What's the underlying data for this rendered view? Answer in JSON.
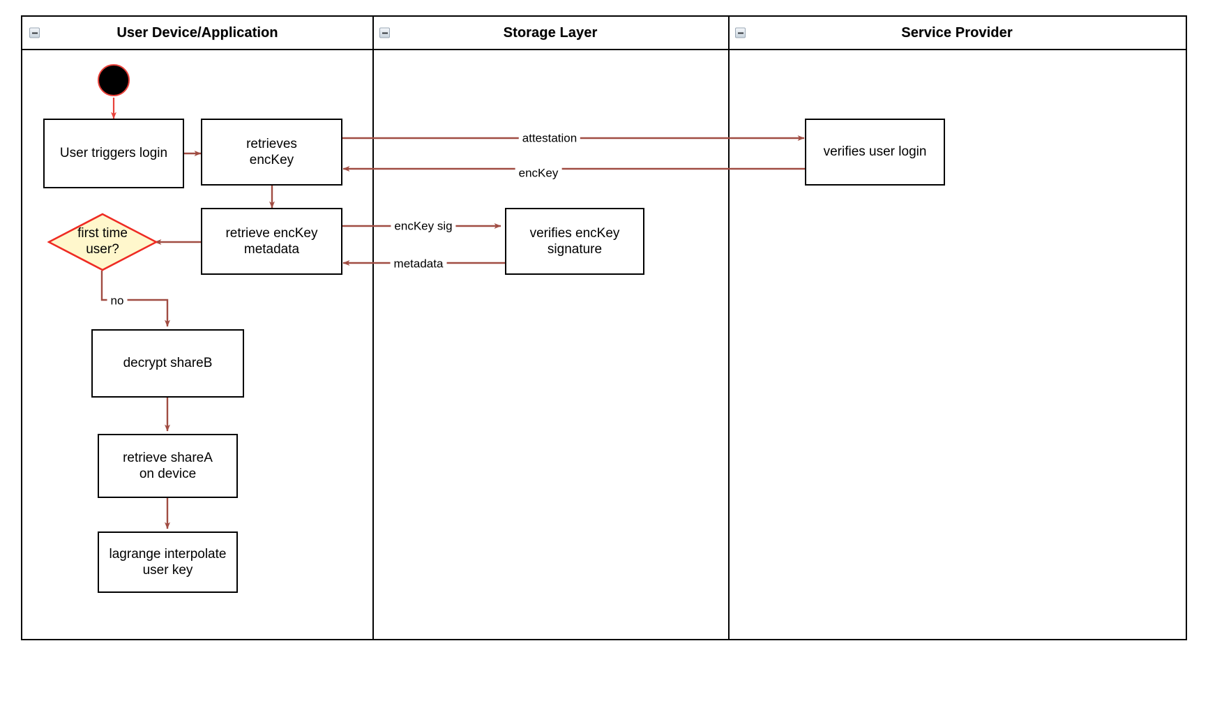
{
  "diagram": {
    "type": "swimlane-activity-diagram",
    "lanes": [
      {
        "title": "User Device/Application",
        "collapse_icon": "collapse-minus-icon"
      },
      {
        "title": "Storage Layer",
        "collapse_icon": "collapse-minus-icon"
      },
      {
        "title": "Service Provider",
        "collapse_icon": "collapse-minus-icon"
      }
    ],
    "nodes": [
      {
        "id": "start",
        "lane": "User Device/Application",
        "shape": "initial-node",
        "label": ""
      },
      {
        "id": "user-login",
        "lane": "User Device/Application",
        "shape": "activity",
        "label": "User triggers login"
      },
      {
        "id": "retrieves-enckey",
        "lane": "User Device/Application",
        "shape": "activity",
        "label": "retrieves\nencKey"
      },
      {
        "id": "retrieve-meta",
        "lane": "User Device/Application",
        "shape": "activity",
        "label": "retrieve encKey\nmetadata"
      },
      {
        "id": "first-time-user",
        "lane": "User Device/Application",
        "shape": "decision",
        "label": "first time\nuser?"
      },
      {
        "id": "decrypt-shareb",
        "lane": "User Device/Application",
        "shape": "activity",
        "label": "decrypt shareB"
      },
      {
        "id": "retrieve-sharea",
        "lane": "User Device/Application",
        "shape": "activity",
        "label": "retrieve shareA\non device"
      },
      {
        "id": "lagrange",
        "lane": "User Device/Application",
        "shape": "activity",
        "label": "lagrange interpolate\nuser key"
      },
      {
        "id": "verifies-sig",
        "lane": "Storage Layer",
        "shape": "activity",
        "label": "verifies encKey\nsignature"
      },
      {
        "id": "verifies-login",
        "lane": "Service Provider",
        "shape": "activity",
        "label": "verifies user login"
      }
    ],
    "edges": [
      {
        "from": "start",
        "to": "user-login",
        "label": ""
      },
      {
        "from": "user-login",
        "to": "retrieves-enckey",
        "label": ""
      },
      {
        "from": "retrieves-enckey",
        "to": "verifies-login",
        "label": "attestation"
      },
      {
        "from": "verifies-login",
        "to": "retrieves-enckey",
        "label": "encKey"
      },
      {
        "from": "retrieves-enckey",
        "to": "retrieve-meta",
        "label": ""
      },
      {
        "from": "retrieve-meta",
        "to": "verifies-sig",
        "label": "encKey sig"
      },
      {
        "from": "verifies-sig",
        "to": "retrieve-meta",
        "label": "metadata"
      },
      {
        "from": "retrieve-meta",
        "to": "first-time-user",
        "label": ""
      },
      {
        "from": "first-time-user",
        "to": "decrypt-shareb",
        "label": "no"
      },
      {
        "from": "decrypt-shareb",
        "to": "retrieve-sharea",
        "label": ""
      },
      {
        "from": "retrieve-sharea",
        "to": "lagrange",
        "label": ""
      }
    ],
    "colors": {
      "edge": "#a04c42",
      "start_border": "#e8413a",
      "start_fill": "#000000",
      "decision_fill": "#fff7cc",
      "decision_border": "#ee2b23",
      "node_border": "#000000",
      "lane_border": "#000000",
      "background": "#ffffff"
    }
  }
}
